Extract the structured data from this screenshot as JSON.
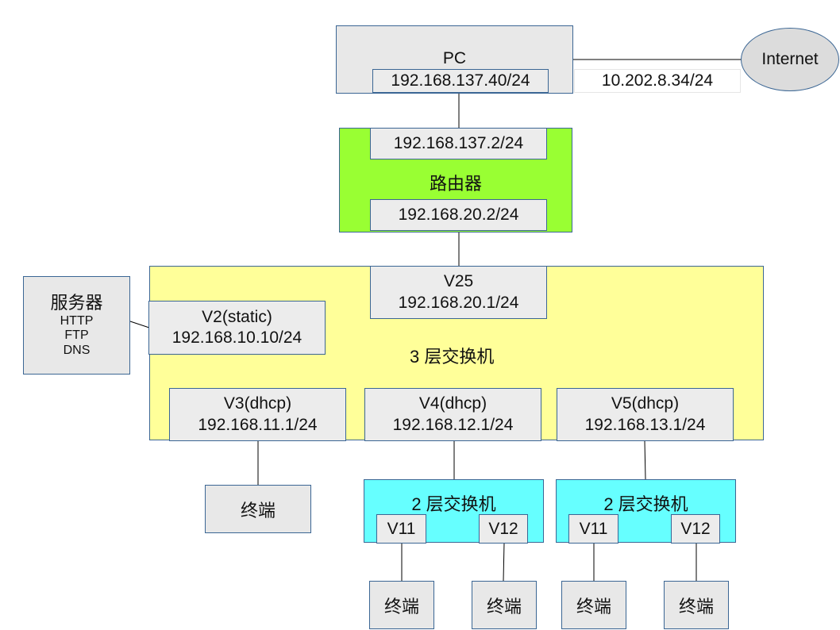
{
  "pc": {
    "title": "PC",
    "ip_lan": "192.168.137.40/24",
    "ip_wan": "10.202.8.34/24"
  },
  "internet": {
    "label": "Internet"
  },
  "router": {
    "title": "路由器",
    "ip_top": "192.168.137.2/24",
    "ip_bottom": "192.168.20.2/24"
  },
  "l3switch": {
    "title": "3 层交换机",
    "v25": {
      "name": "V25",
      "ip": "192.168.20.1/24"
    },
    "v2": {
      "name": "V2(static)",
      "ip": "192.168.10.10/24"
    },
    "v3": {
      "name": "V3(dhcp)",
      "ip": "192.168.11.1/24"
    },
    "v4": {
      "name": "V4(dhcp)",
      "ip": "192.168.12.1/24"
    },
    "v5": {
      "name": "V5(dhcp)",
      "ip": "192.168.13.1/24"
    }
  },
  "server": {
    "title": "服务器",
    "services": [
      "HTTP",
      "FTP",
      "DNS"
    ]
  },
  "l2switches": [
    {
      "title": "2 层交换机",
      "ports": [
        "V11",
        "V12"
      ]
    },
    {
      "title": "2 层交换机",
      "ports": [
        "V11",
        "V12"
      ]
    }
  ],
  "terminal_label": "终端",
  "colors": {
    "router": "#99ff33",
    "l3switch": "#ffff99",
    "l2switch": "#66ffff",
    "box": "#e8e8e8",
    "border": "#3b6694"
  }
}
